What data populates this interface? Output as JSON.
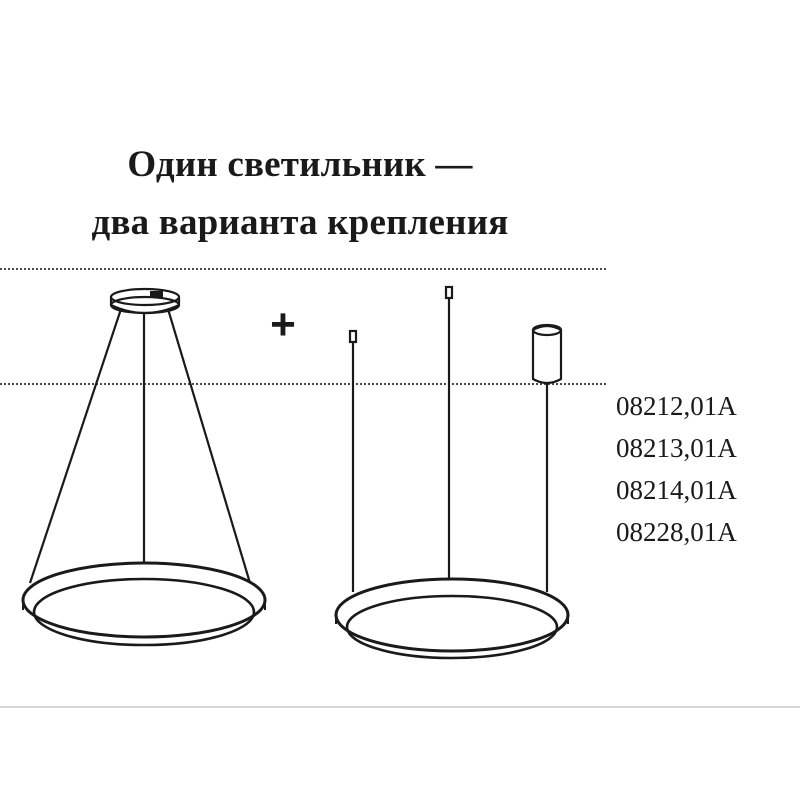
{
  "heading": {
    "line1": "Один светильник —",
    "line2": "два варианта крепления"
  },
  "plus_sign": "+",
  "model_codes": [
    "08212,01A",
    "08213,01A",
    "08214,01A",
    "08228,01A"
  ],
  "colors": {
    "ink": "#1a1a1a",
    "background": "#ffffff"
  }
}
